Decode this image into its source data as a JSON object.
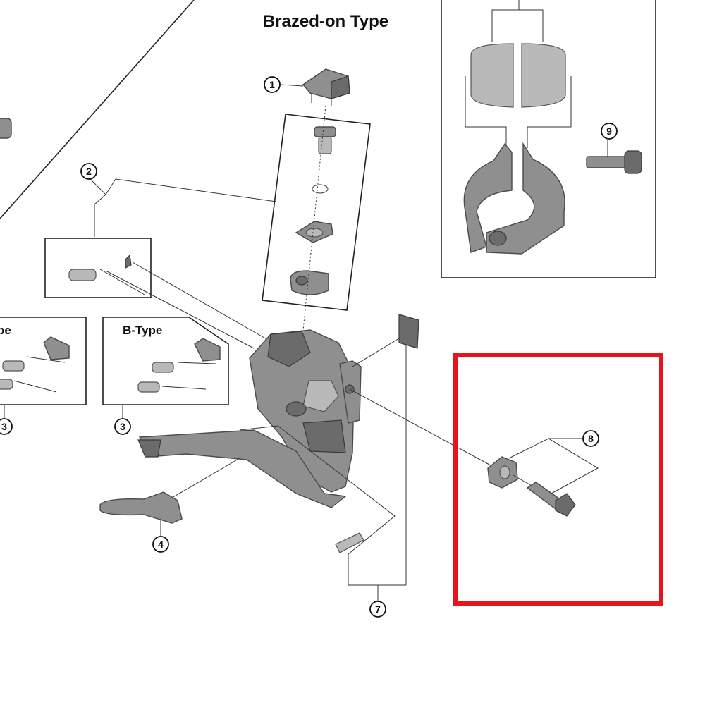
{
  "diagram": {
    "title": "Brazed-on Type",
    "boxes": {
      "left_type_partial": "pe",
      "b_type": "B-Type"
    },
    "callouts": [
      "1",
      "2",
      "3",
      "3",
      "4",
      "7",
      "8",
      "9"
    ],
    "colors": {
      "highlight": "#e8141b",
      "part_fill": "#8f8f8f",
      "line": "#222222"
    }
  }
}
